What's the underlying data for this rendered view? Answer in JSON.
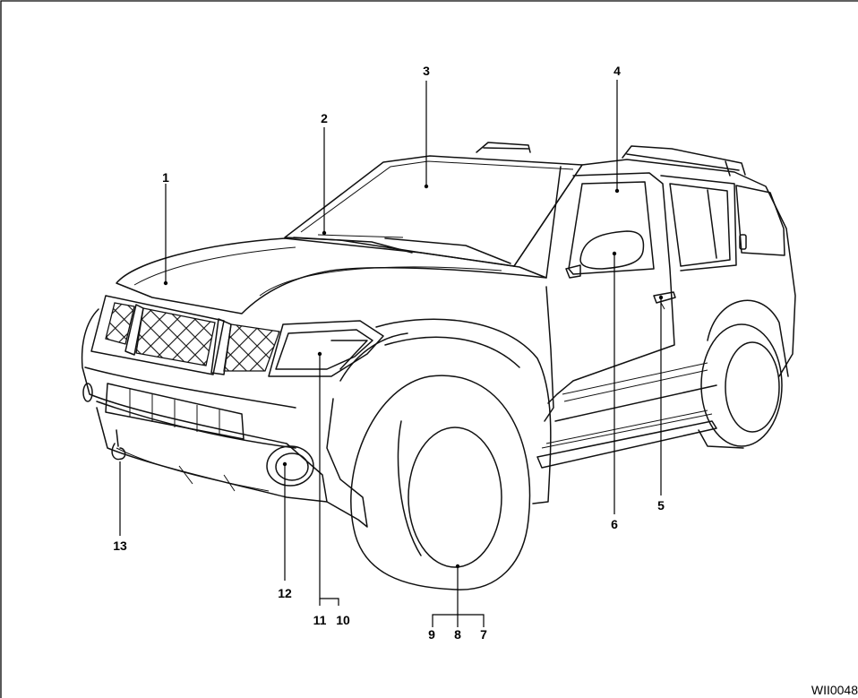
{
  "callouts": {
    "c1": "1",
    "c2": "2",
    "c3": "3",
    "c4": "4",
    "c5": "5",
    "c6": "6",
    "c7": "7",
    "c8": "8",
    "c9": "9",
    "c10": "10",
    "c11": "11",
    "c12": "12",
    "c13": "13"
  },
  "figure_code": "WII0048"
}
